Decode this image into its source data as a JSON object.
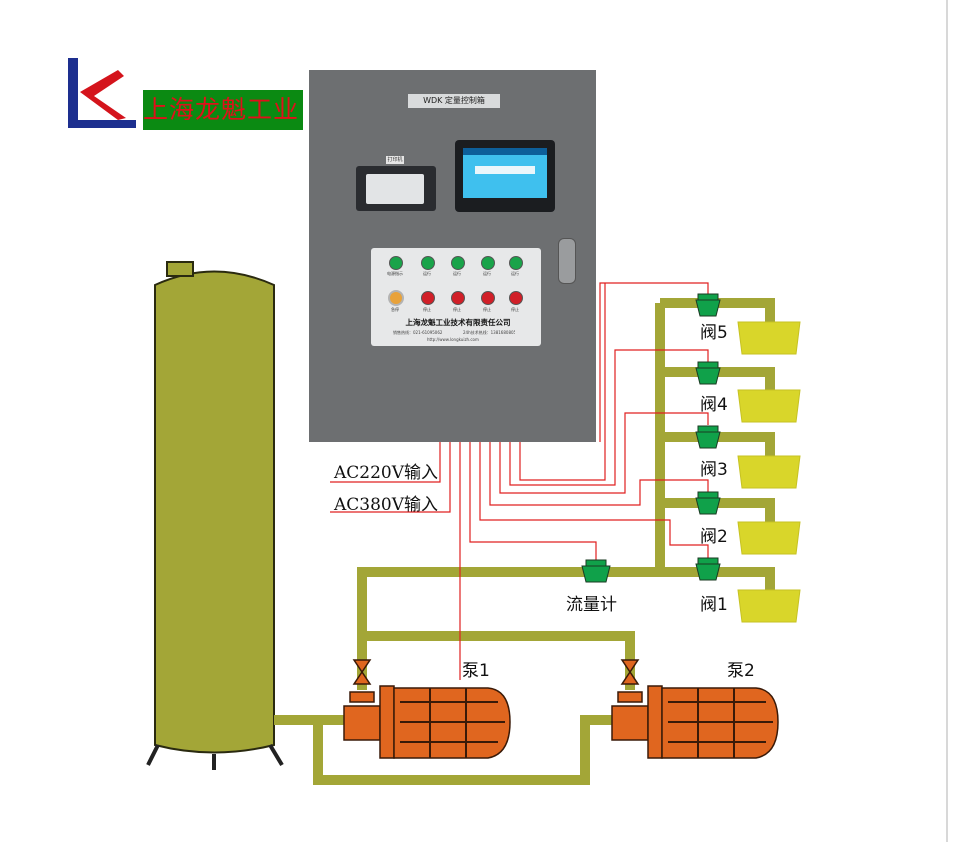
{
  "brand": {
    "logo_text": "上海龙魁工业",
    "logo_mark": "LK",
    "colors": {
      "logo_bg": "#0b8a12",
      "logo_text": "#e0101a",
      "mark_blue": "#1d2f8f",
      "mark_red": "#d4141c"
    }
  },
  "cabinet": {
    "title": "WDK 定量控制箱",
    "printer_label": "打印机",
    "screen_icon": "touch-screen-icon",
    "lamp_labels_top": [
      "电源指示",
      "运行",
      "运行",
      "运行",
      "运行"
    ],
    "lamp_labels_bottom": [
      "急停",
      "停止",
      "停止",
      "停止",
      "停止"
    ],
    "company": "上海龙魁工业技术有限责任公司",
    "contact_left": "销售热线：021-61095062",
    "contact_right": "24h技术热线：13816808055",
    "website": "http://www.longkuizh.com"
  },
  "inputs": {
    "ac220": "AC220V输入",
    "ac380": "AC380V输入"
  },
  "valves": [
    "阀5",
    "阀4",
    "阀3",
    "阀2",
    "阀1"
  ],
  "flowmeter": "流量计",
  "pumps": [
    "泵1",
    "泵2"
  ],
  "colors": {
    "pipe": "#a3a637",
    "tank": "#a3a637",
    "pump": "#e0661f",
    "valve": "#10a14a",
    "wire": "#e02020",
    "basin": "#d9d62a",
    "cabinet": "#6d6f71"
  }
}
